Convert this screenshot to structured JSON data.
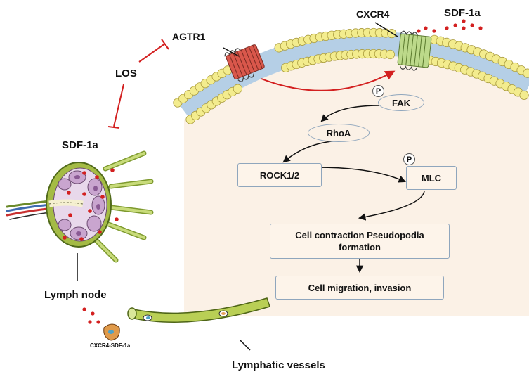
{
  "labels": {
    "agtr1": "AGTR1",
    "cxcr4": "CXCR4",
    "sdf_top": "SDF-1a",
    "los": "LOS",
    "sdf_left": "SDF-1a",
    "lymph_node": "Lymph node",
    "cxcr4_sdf": "CXCR4-SDF-1a",
    "lymphatic_vessels": "Lymphatic vessels"
  },
  "pathway": {
    "fak": "FAK",
    "rhoa": "RhoA",
    "rock": "ROCK1/2",
    "mlc": "MLC",
    "contraction": "Cell contraction Pseudopodia formation",
    "migration": "Cell migration, invasion",
    "phospho": "P"
  },
  "colors": {
    "cytoplasm": "#fbf1e6",
    "lipid_head": "#f3ec8e",
    "membrane_core": "#b5cfe6",
    "agtr1_receptor": "#d9574b",
    "cxcr4_receptor": "#bcd98a",
    "inhibition": "#d32020",
    "ligand_dots": "#d32020",
    "vessel": "#b9cf55",
    "node_inner": "#c9a5cf"
  }
}
